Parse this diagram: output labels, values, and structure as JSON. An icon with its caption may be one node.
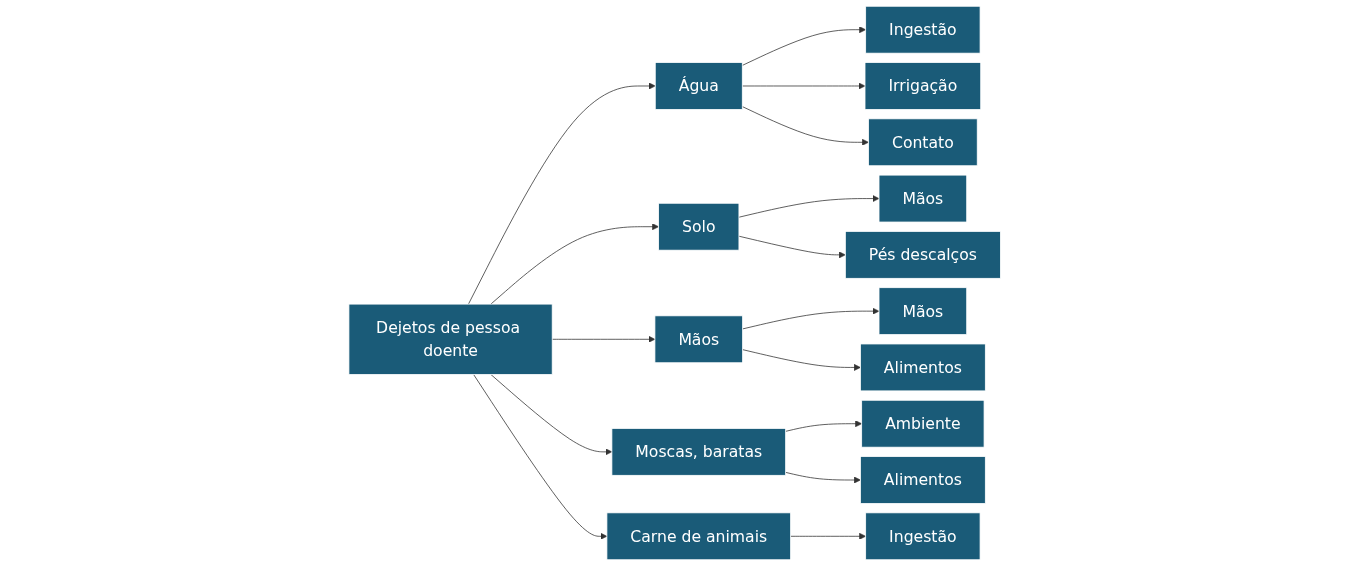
{
  "diagram": {
    "nodes": [
      {
        "text": [
          "Dejetos de pessoa doente"
        ]
      },
      {
        "text": [
          "Água"
        ]
      },
      {
        "text": [
          "Ingestão"
        ]
      },
      {
        "text": [
          "Irrigação"
        ]
      },
      {
        "text": [
          "Contato"
        ]
      },
      {
        "text": [
          "Solo"
        ]
      },
      {
        "text": [
          "Mãos"
        ]
      },
      {
        "text": [
          "Pés descalços"
        ]
      },
      {
        "text": [
          "Mãos"
        ]
      },
      {
        "text": [
          "Mãos"
        ]
      },
      {
        "text": [
          "Alimentos"
        ]
      },
      {
        "text": [
          "Moscas, baratas"
        ]
      },
      {
        "text": [
          "Ambiente"
        ]
      },
      {
        "text": [
          "Alimentos"
        ]
      },
      {
        "text": [
          "Carne de animais"
        ]
      },
      {
        "text": [
          "Ingestão"
        ]
      }
    ],
    "edges": [
      {
        "from": 0,
        "to": 1,
        "arrow": "to"
      },
      {
        "from": 0,
        "to": 5,
        "arrow": "to"
      },
      {
        "from": 0,
        "to": 8,
        "arrow": "to"
      },
      {
        "from": 0,
        "to": 11,
        "arrow": "to"
      },
      {
        "from": 0,
        "to": 14,
        "arrow": "to"
      },
      {
        "from": 1,
        "to": 2,
        "arrow": "to"
      },
      {
        "from": 1,
        "to": 3,
        "arrow": "to"
      },
      {
        "from": 1,
        "to": 4,
        "arrow": "to"
      },
      {
        "from": 5,
        "to": 6,
        "arrow": "to"
      },
      {
        "from": 5,
        "to": 7,
        "arrow": "to"
      },
      {
        "from": 8,
        "to": 9,
        "arrow": "to"
      },
      {
        "from": 8,
        "to": 10,
        "arrow": "to"
      },
      {
        "from": 11,
        "to": 12,
        "arrow": "to"
      },
      {
        "from": 11,
        "to": 13,
        "arrow": "to"
      },
      {
        "from": 14,
        "to": 15,
        "arrow": "to"
      }
    ]
  }
}
